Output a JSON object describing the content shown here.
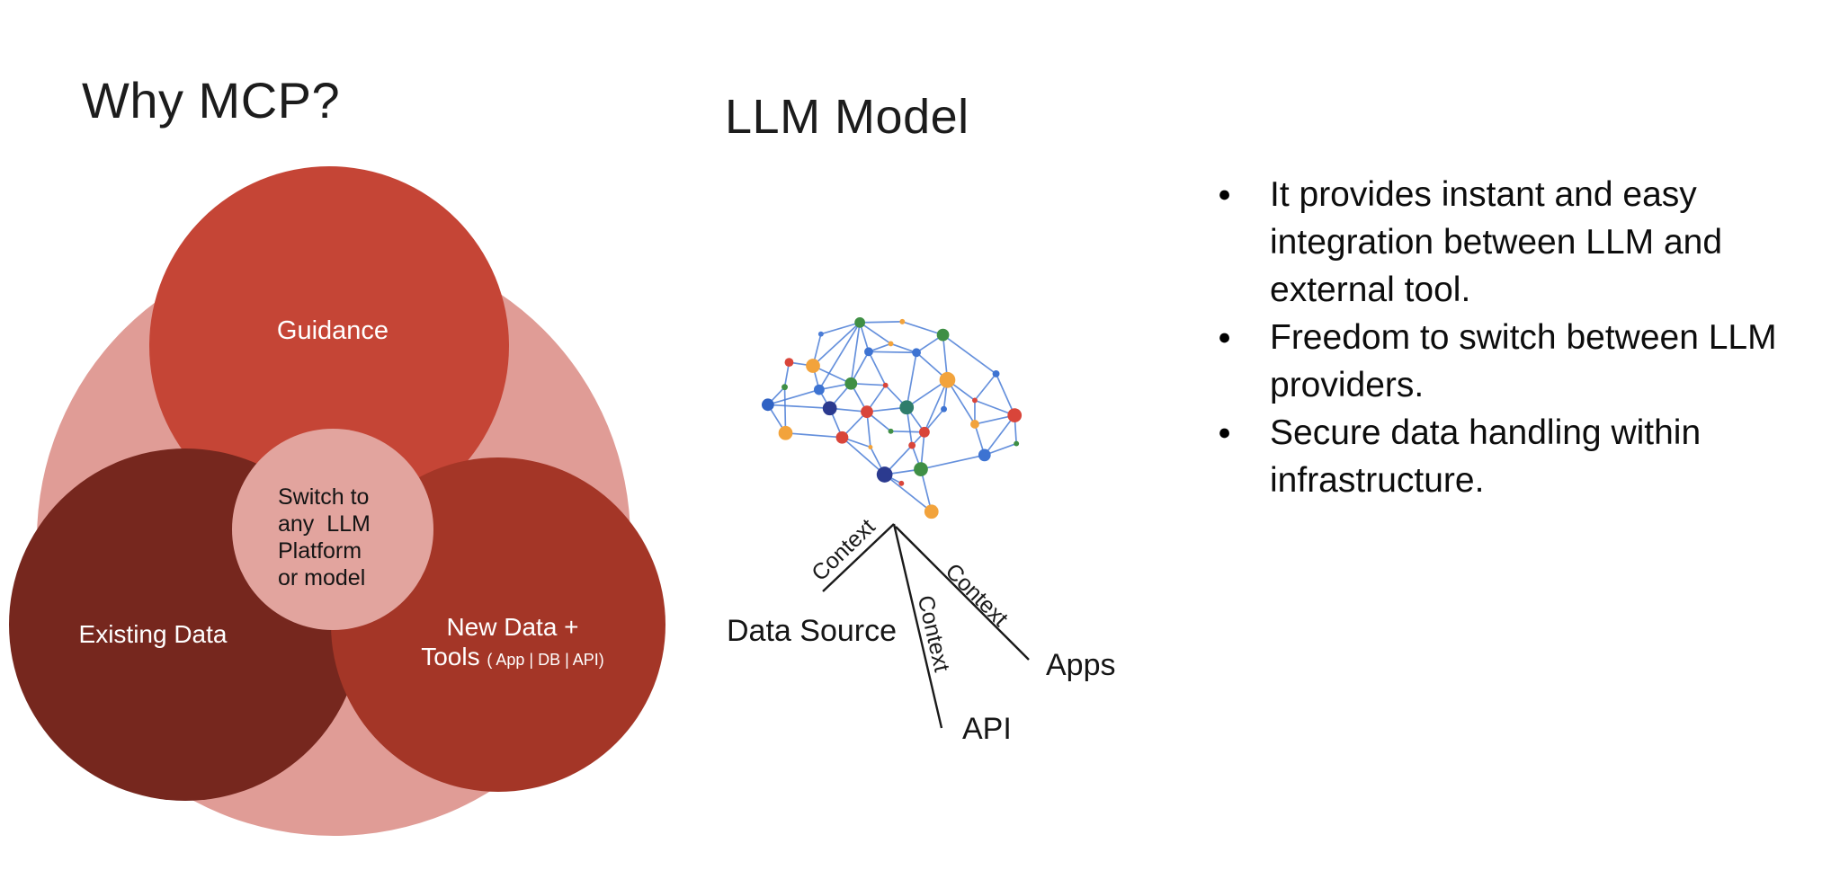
{
  "left_panel": {
    "title": "Why MCP?",
    "venn": {
      "outer_circle_color": "#e09c96",
      "circles": [
        {
          "name": "guidance",
          "label": "Guidance",
          "color": "#c54536"
        },
        {
          "name": "existing-data",
          "label": "Existing Data",
          "color": "#76271e"
        },
        {
          "name": "new-data-tools",
          "label_line1": "New Data +",
          "label_line2": "Tools ",
          "label_line2_small": "( App | DB | API)",
          "color": "#a43627"
        },
        {
          "name": "center-overlap",
          "label": "Switch to\nany  LLM\nPlatform\nor model",
          "color": "#e2a49e"
        }
      ]
    }
  },
  "middle_panel": {
    "title": "LLM Model",
    "brain": {
      "edge_color": "#4a7cd6",
      "nodes": [
        [
          113,
          9,
          6,
          "#3f8f45"
        ],
        [
          161,
          8,
          3,
          "#f2a33c"
        ],
        [
          207,
          23,
          7,
          "#3f8f45"
        ],
        [
          69,
          22,
          3,
          "#4a7cd6"
        ],
        [
          33,
          54,
          5,
          "#d9453a"
        ],
        [
          60,
          58,
          8,
          "#f2a33c"
        ],
        [
          123,
          42,
          5,
          "#3d73d2"
        ],
        [
          148,
          33,
          3,
          "#f2a33c"
        ],
        [
          177,
          43,
          5,
          "#3d73d2"
        ],
        [
          28,
          82,
          3.5,
          "#3f8f45"
        ],
        [
          9,
          102,
          7,
          "#2f62c4"
        ],
        [
          67,
          85,
          6,
          "#3d73d2"
        ],
        [
          103,
          78,
          7,
          "#3f8f45"
        ],
        [
          142,
          80,
          3,
          "#d9453a"
        ],
        [
          212,
          74,
          9,
          "#f2a33c"
        ],
        [
          267,
          67,
          4,
          "#3d73d2"
        ],
        [
          79,
          106,
          8,
          "#2b3a8f"
        ],
        [
          121,
          110,
          7,
          "#d9453a"
        ],
        [
          166,
          105,
          8,
          "#2f7d6b"
        ],
        [
          208,
          107,
          3.5,
          "#3d73d2"
        ],
        [
          243,
          97,
          3,
          "#d9453a"
        ],
        [
          288,
          114,
          8,
          "#d9453a"
        ],
        [
          29,
          134,
          8,
          "#f2a33c"
        ],
        [
          93,
          139,
          7,
          "#d9453a"
        ],
        [
          148,
          132,
          3,
          "#3f8f45"
        ],
        [
          186,
          133,
          6,
          "#d9453a"
        ],
        [
          243,
          124,
          5,
          "#f2a33c"
        ],
        [
          125,
          150,
          2.5,
          "#f2a33c"
        ],
        [
          172,
          148,
          4,
          "#d9453a"
        ],
        [
          290,
          146,
          3,
          "#3f8f45"
        ],
        [
          254,
          159,
          7,
          "#3d73d2"
        ],
        [
          141,
          181,
          9,
          "#2b3a8f"
        ],
        [
          182,
          175,
          8,
          "#3f8f45"
        ],
        [
          160,
          191,
          3,
          "#d9453a"
        ],
        [
          194,
          223,
          8,
          "#f2a33c"
        ]
      ],
      "edges": [
        [
          0,
          1
        ],
        [
          1,
          2
        ],
        [
          0,
          3
        ],
        [
          3,
          5
        ],
        [
          0,
          5
        ],
        [
          0,
          6
        ],
        [
          0,
          7
        ],
        [
          0,
          11
        ],
        [
          0,
          12
        ],
        [
          4,
          5
        ],
        [
          5,
          11
        ],
        [
          5,
          12
        ],
        [
          6,
          7
        ],
        [
          7,
          8
        ],
        [
          6,
          8
        ],
        [
          2,
          8
        ],
        [
          2,
          14
        ],
        [
          8,
          14
        ],
        [
          6,
          12
        ],
        [
          6,
          13
        ],
        [
          8,
          18
        ],
        [
          9,
          10
        ],
        [
          4,
          9
        ],
        [
          10,
          11
        ],
        [
          11,
          12
        ],
        [
          12,
          13
        ],
        [
          13,
          17
        ],
        [
          12,
          16
        ],
        [
          11,
          16
        ],
        [
          10,
          16
        ],
        [
          10,
          22
        ],
        [
          9,
          22
        ],
        [
          16,
          17
        ],
        [
          17,
          18
        ],
        [
          13,
          18
        ],
        [
          14,
          18
        ],
        [
          14,
          19
        ],
        [
          14,
          20
        ],
        [
          14,
          25
        ],
        [
          14,
          26
        ],
        [
          15,
          20
        ],
        [
          15,
          21
        ],
        [
          20,
          21
        ],
        [
          19,
          25
        ],
        [
          18,
          25
        ],
        [
          21,
          26
        ],
        [
          20,
          26
        ],
        [
          21,
          29
        ],
        [
          21,
          30
        ],
        [
          26,
          30
        ],
        [
          29,
          30
        ],
        [
          25,
          28
        ],
        [
          24,
          25
        ],
        [
          17,
          24
        ],
        [
          17,
          23
        ],
        [
          22,
          23
        ],
        [
          23,
          27
        ],
        [
          17,
          27
        ],
        [
          23,
          31
        ],
        [
          27,
          31
        ],
        [
          28,
          31
        ],
        [
          28,
          32
        ],
        [
          25,
          32
        ],
        [
          31,
          32
        ],
        [
          31,
          33
        ],
        [
          32,
          34
        ],
        [
          31,
          34
        ],
        [
          30,
          32
        ],
        [
          16,
          23
        ],
        [
          12,
          17
        ],
        [
          18,
          28
        ],
        [
          2,
          15
        ]
      ]
    },
    "context_line_color": "#1a1a1a",
    "context_labels": {
      "data_source_line": "Context",
      "api_line": "Context",
      "apps_line": "Context"
    },
    "endpoints": {
      "data_source": "Data Source",
      "api": "API",
      "apps": "Apps"
    }
  },
  "right_panel": {
    "bullets": [
      "It provides instant and easy integration between LLM and external tool.",
      "Freedom to switch between LLM providers.",
      "Secure data handling within infrastructure."
    ]
  }
}
